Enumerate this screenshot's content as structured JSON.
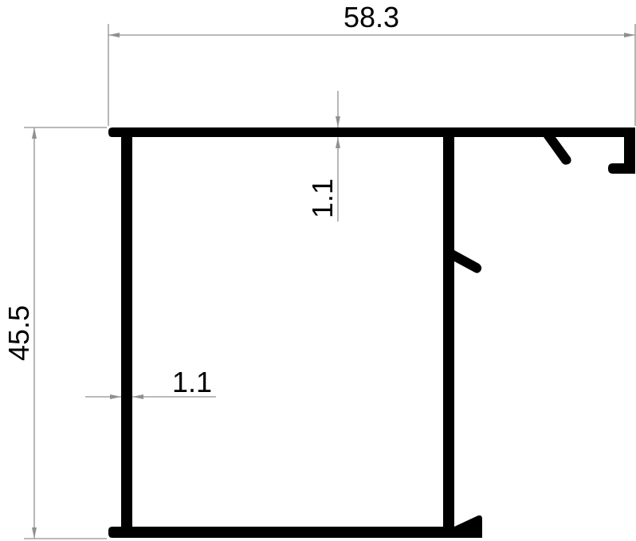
{
  "drawing": {
    "type": "aluminum-profile-cross-section",
    "colors": {
      "profile": "#000000",
      "dimension_lines": "#909090",
      "background": "#ffffff",
      "text": "#000000"
    },
    "dimensions": {
      "overall_width": {
        "label": "58.3",
        "orientation": "horizontal"
      },
      "overall_height": {
        "label": "45.5",
        "orientation": "vertical"
      },
      "top_wall_thickness": {
        "label": "1.1",
        "orientation": "vertical"
      },
      "side_wall_thickness": {
        "label": "1.1",
        "orientation": "horizontal"
      }
    }
  }
}
